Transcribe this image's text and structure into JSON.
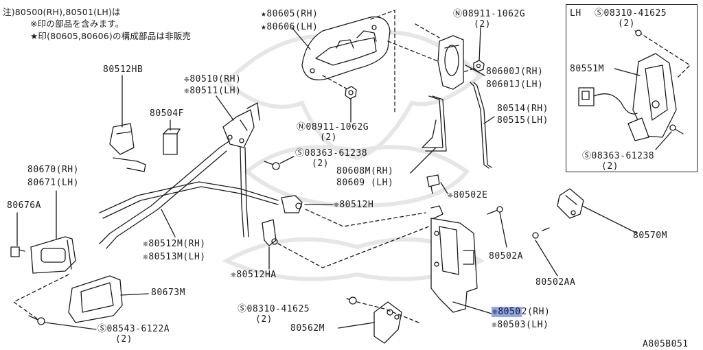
{
  "colors": {
    "line": "#1a1a1a",
    "watermark": "#e6e6e6",
    "highlight": "#8fa5ee",
    "background": "#ffffff"
  },
  "notes": {
    "line1": "注)80500(RH),80501(LH)は",
    "line2": "※印の部品を含みます。",
    "line3": "★印(80605,80606)の構成部品は非販売"
  },
  "labels": {
    "p80605": "★80605(RH)",
    "p80606": "★80606(LH)",
    "n08911_top": "Ⓝ08911-1062G",
    "n08911_top_qty": "(2)",
    "box_lh": "LH",
    "s08310_box": "Ⓢ08310-41625",
    "s08310_box_qty": "(2)",
    "p80512hb": "80512HB",
    "p80510": "❈80510(RH)",
    "p80511": "❈80511(LH)",
    "p80504f": "80504F",
    "p80600j": "80600J(RH)",
    "p80601j": "80601J(LH)",
    "p80551m": "80551M",
    "p80514": "80514(RH)",
    "p80515": "80515(LH)",
    "n08911_mid": "Ⓝ08911-1062G",
    "n08911_mid_qty": "(2)",
    "s08363_mid": "Ⓢ08363-61238",
    "s08363_mid_qty": "(2)",
    "s08363_box": "Ⓢ08363-61238",
    "s08363_box_qty": "(2)",
    "p80670": "80670(RH)",
    "p80671": "80671(LH)",
    "p80608m": "80608M(RH)",
    "p80609": "80609 (LH)",
    "p80502e": "❈80502E",
    "p80676a": "80676A",
    "p80512h": "❈80512H",
    "p80570m": "80570M",
    "p80512m": "❈80512M(RH)",
    "p80513m": "❈80513M(LH)",
    "p80502a": "80502A",
    "p80512ha": "❈80512HA",
    "p80502aa": "80502AA",
    "p80673m": "80673M",
    "s08310_bot": "Ⓢ08310-41625",
    "s08310_bot_qty": "(2)",
    "p80502_highlight": "❈8050",
    "p80502_rest": "2(RH)",
    "p80503": "❈80503(LH)",
    "p80562m": "80562M",
    "s08543": "Ⓢ08543-6122A",
    "s08543_qty": "(2)",
    "figure_code": "A805B051"
  }
}
